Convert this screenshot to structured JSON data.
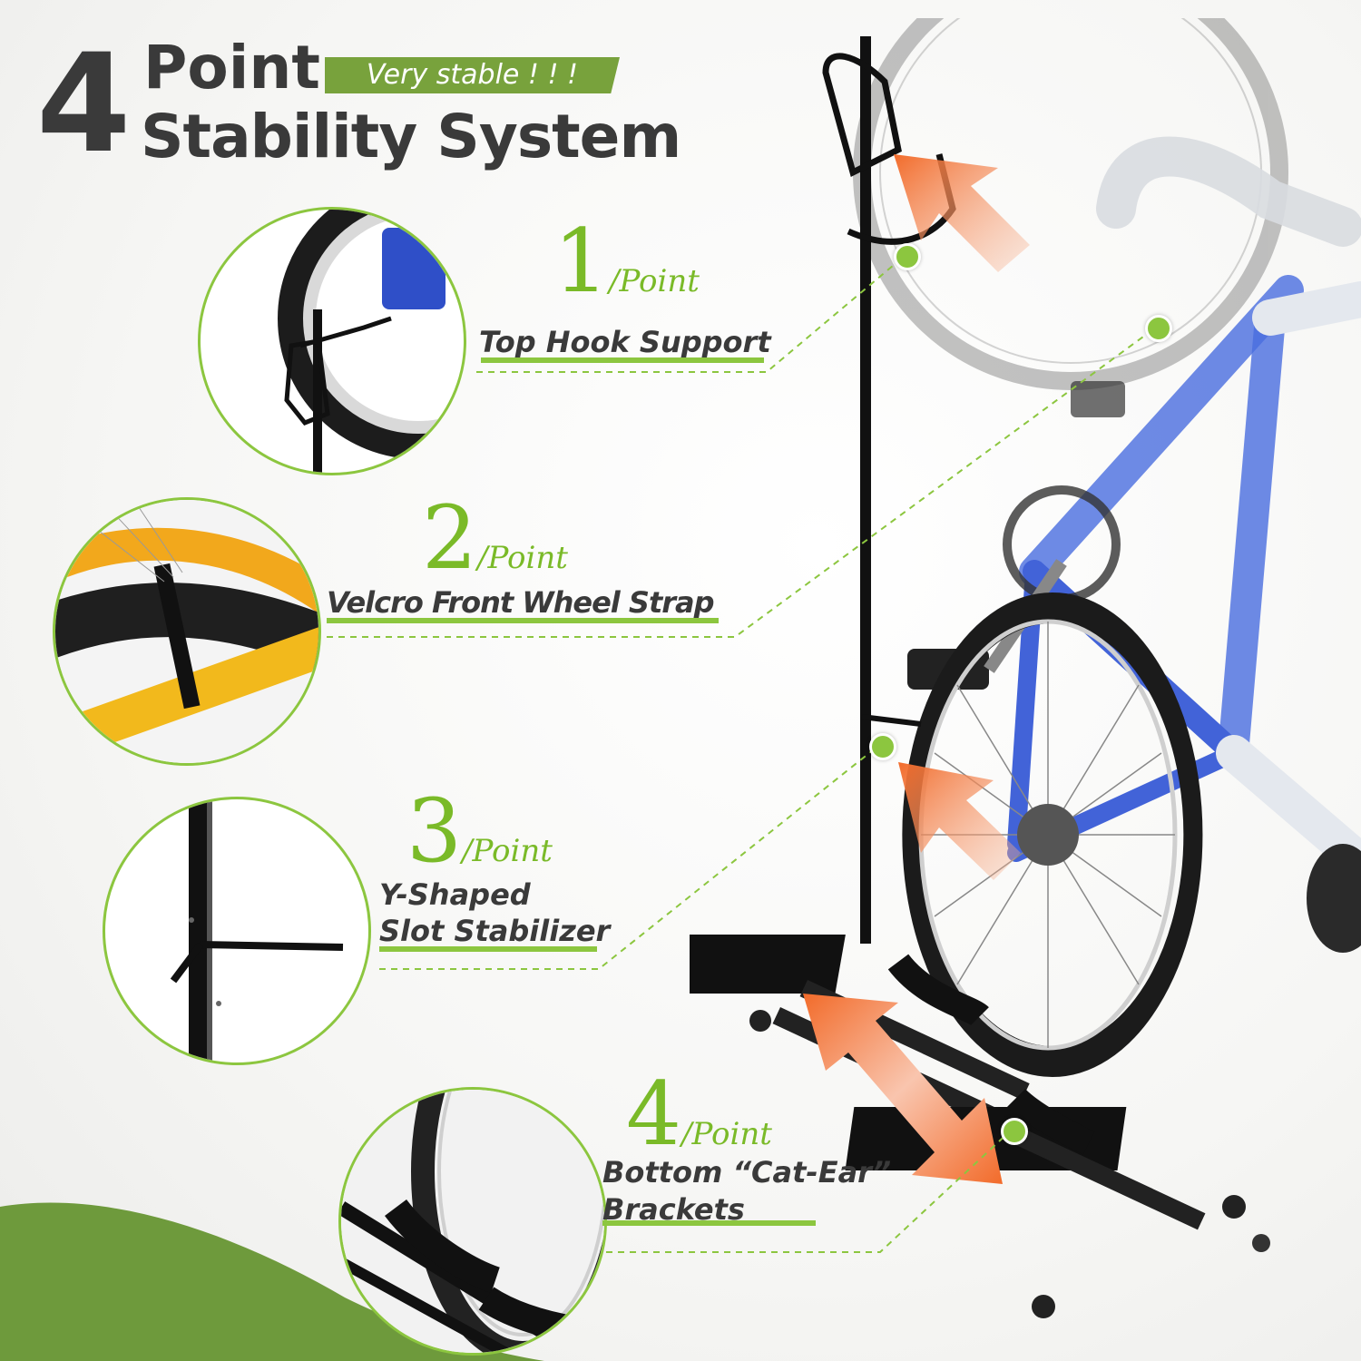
{
  "headline": {
    "number": "4",
    "line1": "Point",
    "line2": "Stability System",
    "badge": "Very stable ! ! !"
  },
  "points": [
    {
      "number": "1",
      "suffix": "/Point",
      "title_lines": [
        "Top Hook Support"
      ]
    },
    {
      "number": "2",
      "suffix": "/Point",
      "title_lines": [
        "Velcro Front Wheel Strap"
      ]
    },
    {
      "number": "3",
      "suffix": "/Point",
      "title_lines": [
        "Y-Shaped",
        "Slot Stabilizer"
      ]
    },
    {
      "number": "4",
      "suffix": "/Point",
      "title_lines": [
        "Bottom “Cat-Ear”",
        "Brackets"
      ]
    }
  ],
  "colors": {
    "accent_green": "#8cc63f",
    "badge_green": "#78a23c",
    "arrow_orange": "#f26b2a",
    "text_dark": "#3a3a3a",
    "bike_blue": "#4a6ee0",
    "bike_white": "#e4e8ee",
    "frame_black": "#111111"
  },
  "icons": {
    "arrows": [
      "arrow-up-left-icon",
      "arrow-up-left-icon",
      "arrow-double-diagonal-icon"
    ],
    "detail_circles": [
      "top-hook-detail",
      "velcro-strap-detail",
      "y-slot-detail",
      "cat-ear-bracket-detail"
    ]
  }
}
